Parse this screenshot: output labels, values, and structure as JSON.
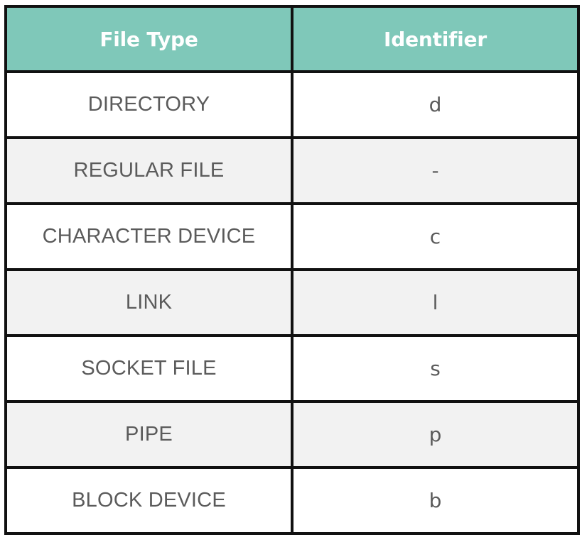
{
  "table": {
    "headers": {
      "file_type": "File Type",
      "identifier": "Identifier"
    },
    "rows": [
      {
        "file_type": "DIRECTORY",
        "identifier": "d"
      },
      {
        "file_type": "REGULAR FILE",
        "identifier": "-"
      },
      {
        "file_type": "CHARACTER DEVICE",
        "identifier": "c"
      },
      {
        "file_type": "LINK",
        "identifier": "l"
      },
      {
        "file_type": "SOCKET FILE",
        "identifier": "s"
      },
      {
        "file_type": "PIPE",
        "identifier": "p"
      },
      {
        "file_type": "BLOCK DEVICE",
        "identifier": "b"
      }
    ]
  },
  "colors": {
    "header_background": "#7fc8b9",
    "header_text": "#ffffff",
    "body_text": "#5b5b5b",
    "row_alt_background": "#f2f2f2",
    "border": "#111111"
  }
}
